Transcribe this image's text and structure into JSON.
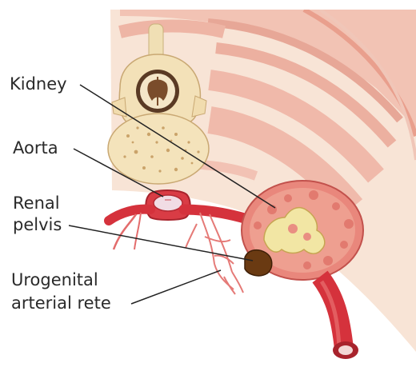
{
  "labels": {
    "kidney": "Kidney",
    "aorta": "Aorta",
    "renal_pelvis_line1": "Renal",
    "renal_pelvis_line2": "pelvis",
    "urogenital_line1": "Urogenital",
    "urogenital_line2": "arterial rete"
  },
  "colors": {
    "muscle": "#f0b9aa",
    "muscle_stripe": "#e79e8c",
    "bone": "#f3e4bd",
    "kidney": "#e9877c",
    "artery": "#d5323c",
    "pelvis": "#f2e6a4"
  }
}
